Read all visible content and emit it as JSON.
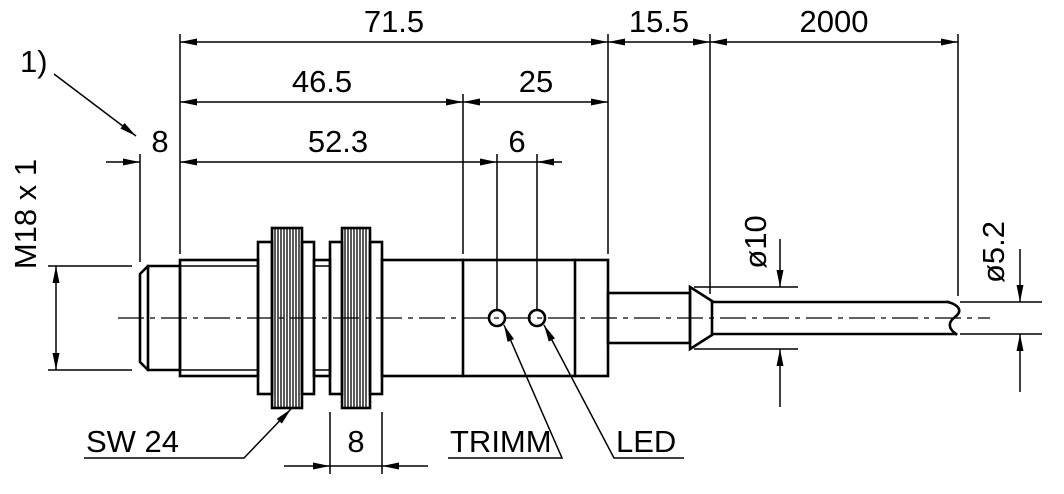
{
  "drawing": {
    "background": "#ffffff",
    "line_color": "#000000",
    "note_ref": "1)",
    "dimensions": {
      "total_length": "71.5",
      "rear_shaft_length": "15.5",
      "cable_length": "2000",
      "thread_length": "46.5",
      "head_length": "25",
      "trimmer_position": "52.3",
      "hole_spacing": "6",
      "front_tip_length": "8",
      "thread_spec": "M18 x 1",
      "gland_diameter": "ø10",
      "cable_diameter": "ø5.2",
      "nut_width": "8",
      "wrench_size": "SW 24"
    },
    "callouts": {
      "trimmer": "TRIMM",
      "led": "LED"
    }
  }
}
